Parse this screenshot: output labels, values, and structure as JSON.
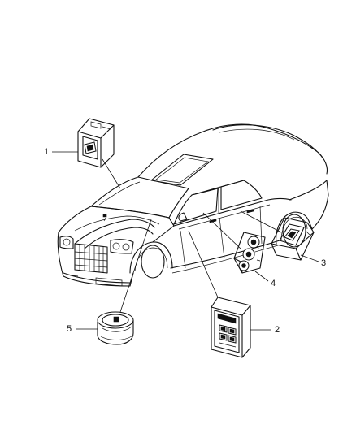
{
  "callouts": [
    {
      "id": "1",
      "text": "1"
    },
    {
      "id": "2",
      "text": "2"
    },
    {
      "id": "3",
      "text": "3"
    },
    {
      "id": "4",
      "text": "4"
    },
    {
      "id": "5",
      "text": "5"
    }
  ],
  "parts": [
    {
      "callout": "1",
      "icon": "single-window-switch-icon"
    },
    {
      "callout": "2",
      "icon": "master-window-switch-icon"
    },
    {
      "callout": "3",
      "icon": "rear-window-switch-icon"
    },
    {
      "callout": "4",
      "icon": "heated-seat-switch-icon"
    },
    {
      "callout": "5",
      "icon": "round-switch-icon"
    }
  ],
  "colors": {
    "ink": "#111111",
    "background": "#ffffff"
  }
}
